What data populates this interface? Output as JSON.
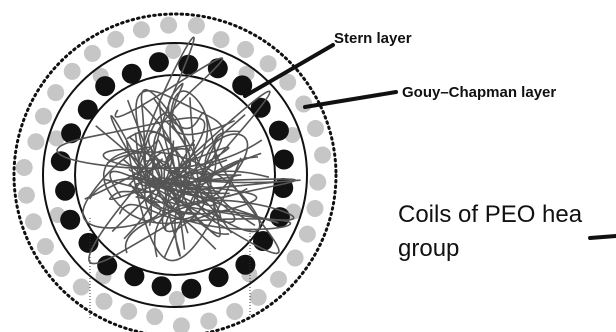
{
  "labels": {
    "stern": "Stern layer",
    "gouy": "Gouy–Chapman  layer",
    "peo_line1": "Coils of PEO hea",
    "peo_line2": "group"
  },
  "colors": {
    "stern_ion": "#111111",
    "diffuse_ion": "#c6c6c6",
    "coil": "#555555",
    "outline": "#111111"
  }
}
